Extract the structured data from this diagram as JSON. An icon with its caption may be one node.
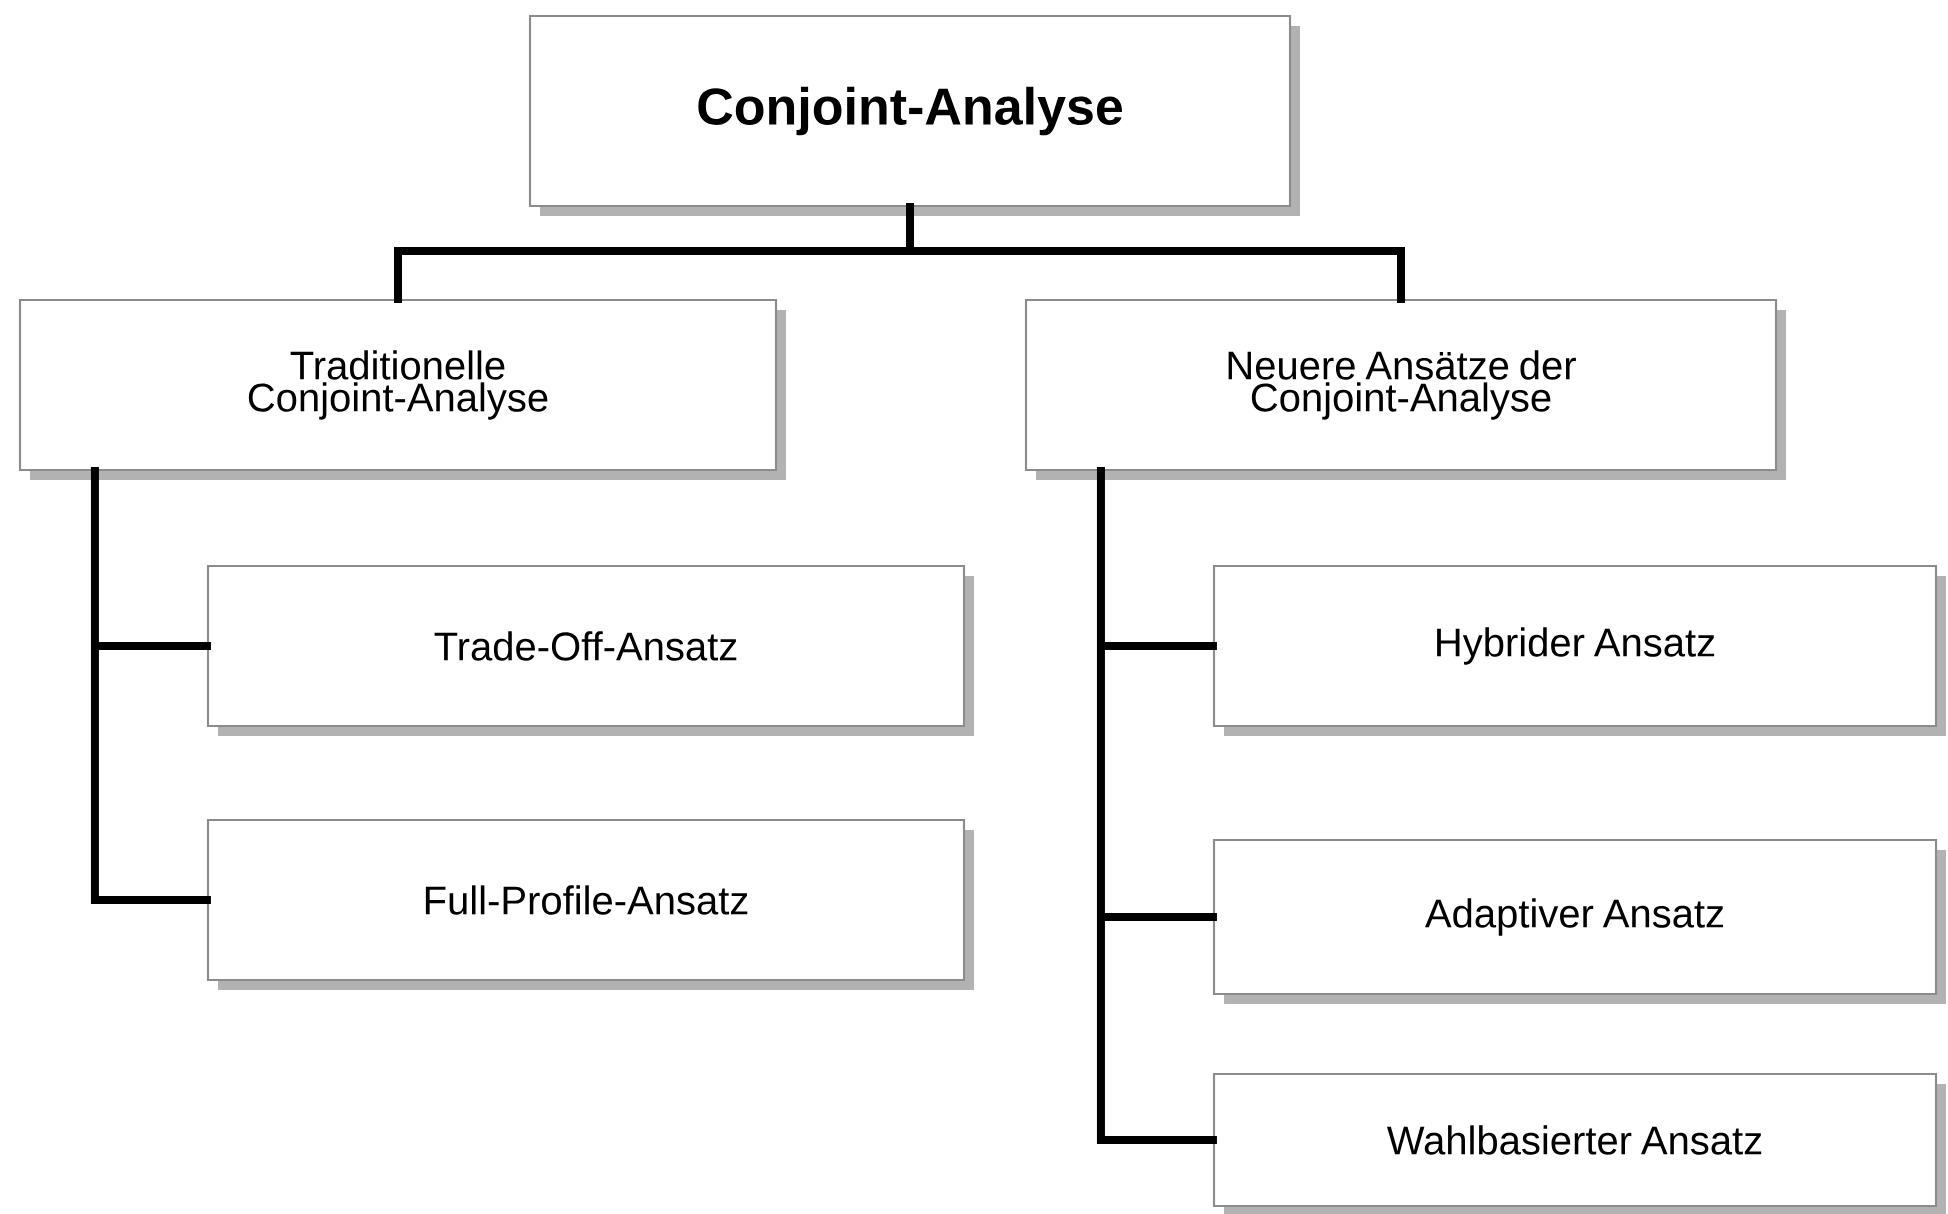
{
  "diagram": {
    "nodes": [
      {
        "text": [
          "Conjoint-Analyse"
        ]
      },
      {
        "text": [
          "Traditionelle Conjoint-Analyse"
        ]
      },
      {
        "text": [
          "Neuere Ansätze der Conjoint-Analyse"
        ]
      },
      {
        "text": [
          "Trade-Off-Ansatz"
        ]
      },
      {
        "text": [
          "Full-Profile-Ansatz"
        ]
      },
      {
        "text": [
          "Hybrider Ansatz"
        ]
      },
      {
        "text": [
          "Adaptiver Ansatz"
        ]
      },
      {
        "text": [
          "Wahlbasierter Ansatz"
        ]
      }
    ],
    "edges": [
      {
        "from": 0,
        "to": 1,
        "arrow": "none"
      },
      {
        "from": 0,
        "to": 2,
        "arrow": "none"
      },
      {
        "from": 1,
        "to": 3,
        "arrow": "none"
      },
      {
        "from": 1,
        "to": 4,
        "arrow": "none"
      },
      {
        "from": 2,
        "to": 5,
        "arrow": "none"
      },
      {
        "from": 2,
        "to": 6,
        "arrow": "none"
      },
      {
        "from": 2,
        "to": 7,
        "arrow": "none"
      }
    ]
  }
}
